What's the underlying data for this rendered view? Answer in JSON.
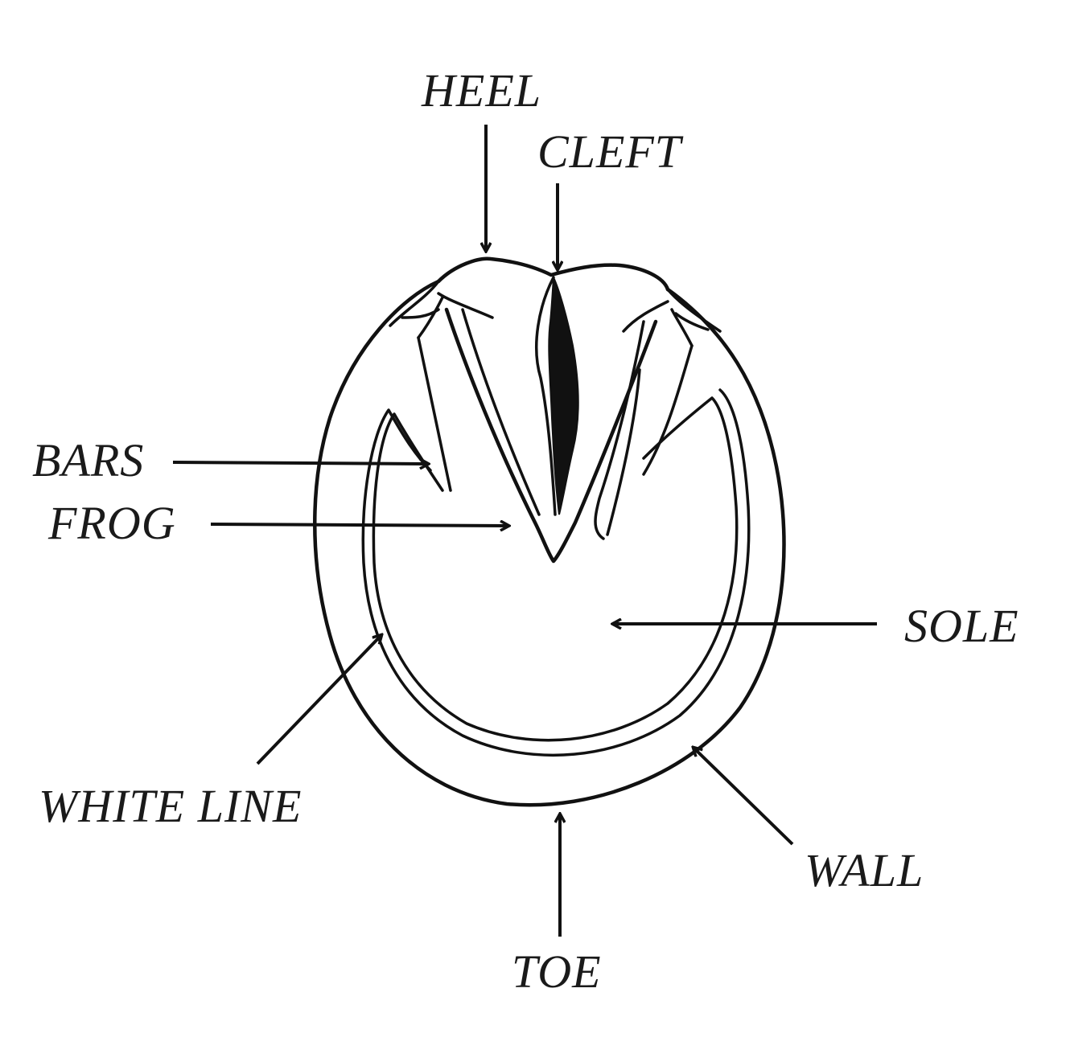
{
  "labels": {
    "heel": "HEEL",
    "cleft": "CLEFT",
    "bars": "BARS",
    "frog": "FROG",
    "sole": "SOLE",
    "white_line": "WHITE LINE",
    "wall": "WALL",
    "toe": "TOE"
  },
  "colors": {
    "ink": "#111111",
    "background": "#ffffff"
  }
}
